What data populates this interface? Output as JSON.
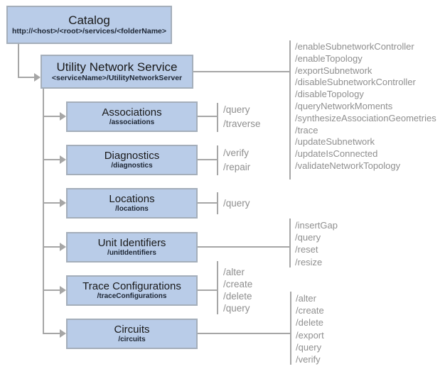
{
  "colors": {
    "node_fill": "#b9cce8",
    "node_border": "#a4aeba",
    "connector": "#a6a6a6",
    "title_text": "#191919",
    "operation_text": "#8f8f8f"
  },
  "catalog": {
    "title": "Catalog",
    "subtitle": "http://<host>/<root>/services/<folderName>"
  },
  "service": {
    "title": "Utility Network Service",
    "subtitle": "<serviceName>/UtilityNetworkServer",
    "operations": [
      "/enableSubnetworkController",
      "/enableTopology",
      "/exportSubnetwork",
      "/disableSubnetworkController",
      "/disableTopology",
      "/queryNetworkMoments",
      "/synthesizeAssociationGeometries",
      "/trace",
      "/updateSubnetwork",
      "/updateIsConnected",
      "/validateNetworkTopology"
    ]
  },
  "resources": [
    {
      "title": "Associations",
      "subtitle": "/associations",
      "operations": [
        "/query",
        "/traverse"
      ]
    },
    {
      "title": "Diagnostics",
      "subtitle": "/diagnostics",
      "operations": [
        "/verify",
        "/repair"
      ]
    },
    {
      "title": "Locations",
      "subtitle": "/locations",
      "operations": [
        "/query"
      ]
    },
    {
      "title": "Unit Identifiers",
      "subtitle": "/unitIdentifiers",
      "operations": [
        "/insertGap",
        "/query",
        "/reset",
        "/resize"
      ]
    },
    {
      "title": "Trace Configurations",
      "subtitle": "/traceConfigurations",
      "operations": [
        "/alter",
        "/create",
        "/delete",
        "/query"
      ]
    },
    {
      "title": "Circuits",
      "subtitle": "/circuits",
      "operations": [
        "/alter",
        "/create",
        "/delete",
        "/export",
        "/query",
        "/verify"
      ]
    }
  ]
}
